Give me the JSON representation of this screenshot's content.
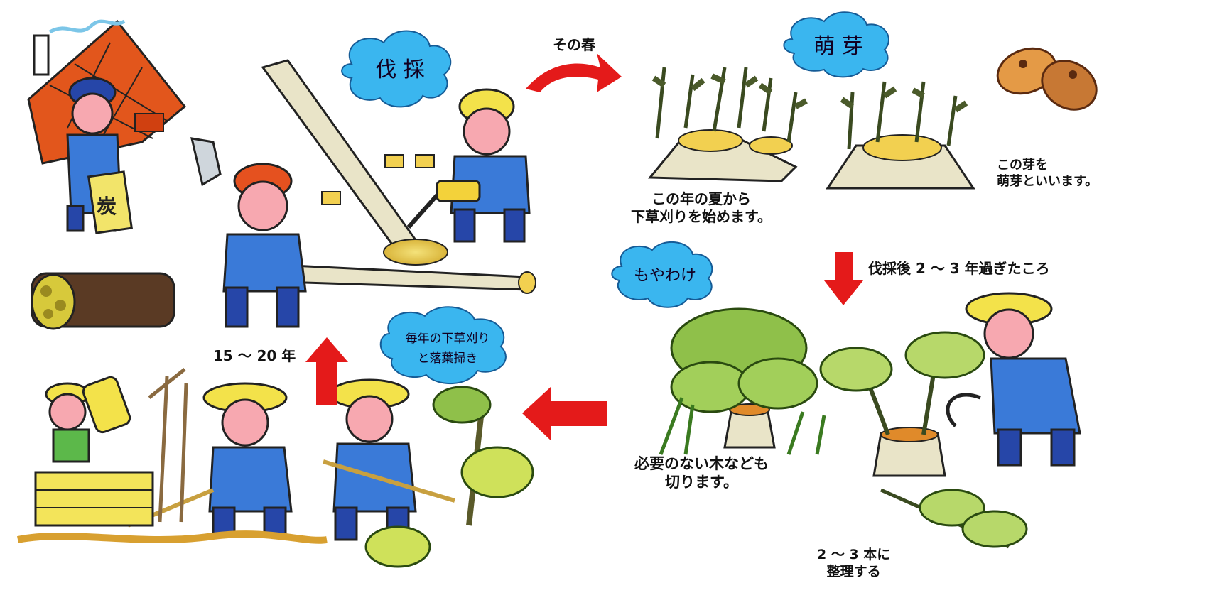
{
  "bubbles": {
    "felling": "伐 採",
    "sprouting": "萌 芽",
    "thinning": "もやわけ",
    "weeding_line1": "毎年の下草刈り",
    "weeding_line2": "と落葉掃き"
  },
  "arrows": {
    "to_sprouting": "その春",
    "to_thinning": "伐採後 2 〜 3 年過ぎたころ",
    "to_felling": "15 〜 20 年"
  },
  "captions": {
    "summer_line1": "この年の夏から",
    "summer_line2": "下草刈りを始めます。",
    "sprout_line1": "この芽を",
    "sprout_line2": "萌芽といいます。",
    "cut_line1": "必要のない木なども",
    "cut_line2": "切ります。",
    "arrange_line1": "2 〜 3 本に",
    "arrange_line2": "整理する"
  },
  "charcoal_bag": "炭"
}
